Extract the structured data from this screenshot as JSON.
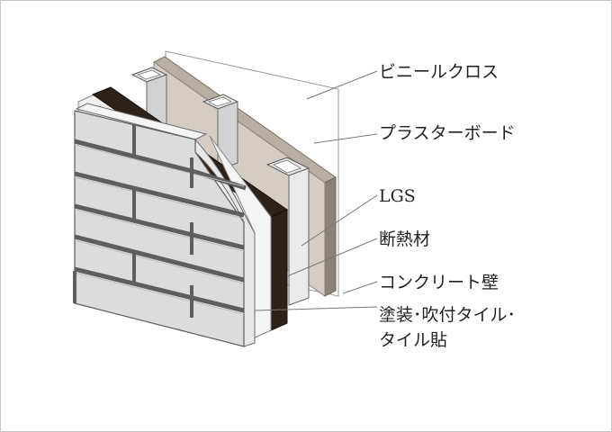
{
  "labels": {
    "vinyl_cloth": "ビニールクロス",
    "plasterboard": "プラスターボード",
    "lgs": "LGS",
    "insulation": "断熱材",
    "concrete_wall": "コンクリート壁",
    "finish_line1": "塗装･吹付タイル･",
    "finish_line2": "タイル貼"
  },
  "colors": {
    "vinyl_cloth": "#ffffff",
    "plasterboard": "#d5cdc3",
    "plasterboard_edge": "#8d8277",
    "lgs": "#f3f3f3",
    "concrete": "#f0f0f0",
    "insulation": "#2d2118",
    "tile_face": "#dcdcdc",
    "tile_joint": "#5e5e5e",
    "leader": "#777777"
  }
}
